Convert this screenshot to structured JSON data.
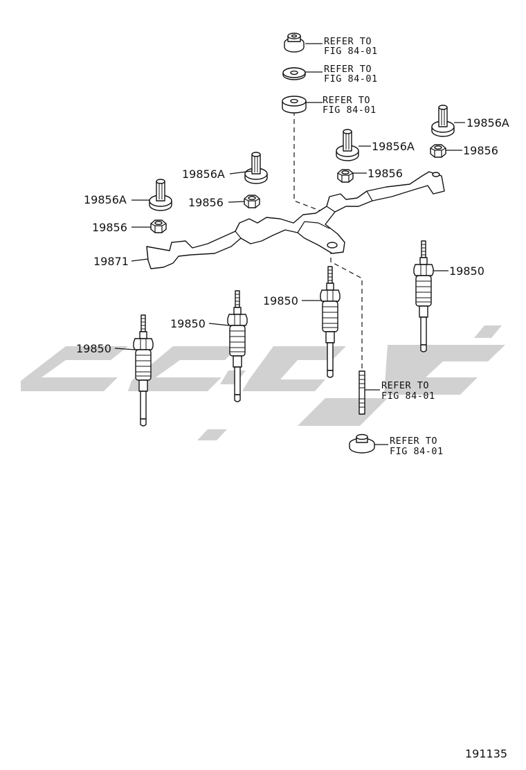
{
  "figure_number": "191135",
  "refer_text_line1": "REFER TO",
  "refer_text_line2": "FIG 84-01",
  "callouts": {
    "bracket": "19871",
    "glow_plug_1": "19850",
    "glow_plug_2": "19850",
    "glow_plug_3": "19850",
    "glow_plug_4": "19850",
    "nut_1": "19856",
    "nut_2": "19856",
    "nut_3": "19856",
    "nut_4": "19856",
    "connector_1": "19856A",
    "connector_2": "19856A",
    "connector_3": "19856A",
    "connector_4": "19856A"
  }
}
